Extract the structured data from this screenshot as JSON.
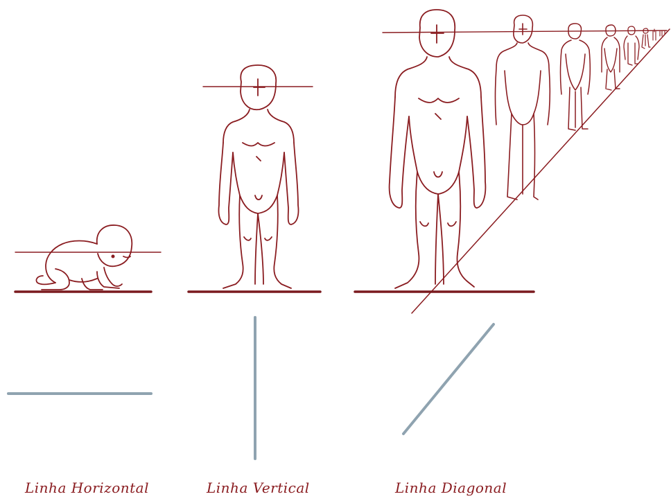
{
  "captions": {
    "horizontal": "Linha Horizontal",
    "vertical": "Linha Vertical",
    "diagonal": "Linha Diagonal"
  },
  "colors": {
    "ink": "#8a1c20",
    "ground": "#7a1a1e",
    "guide_line": "#8fa3b0",
    "background": "#ffffff"
  },
  "figures": [
    "crawling-baby",
    "standing-child",
    "standing-adult-perspective-row"
  ]
}
